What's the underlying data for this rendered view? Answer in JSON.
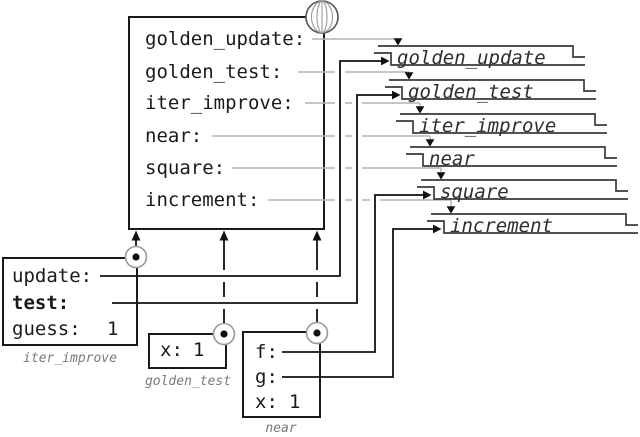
{
  "global_frame": {
    "icon": "globe-icon",
    "bindings": [
      {
        "name": "golden_update:"
      },
      {
        "name": "golden_test:"
      },
      {
        "name": "iter_improve:"
      },
      {
        "name": "near:"
      },
      {
        "name": "square:"
      },
      {
        "name": "increment:"
      }
    ]
  },
  "function_objects": [
    {
      "name": "golden_update"
    },
    {
      "name": "golden_test"
    },
    {
      "name": "iter_improve"
    },
    {
      "name": "near"
    },
    {
      "name": "square"
    },
    {
      "name": "increment"
    }
  ],
  "frames": [
    {
      "label": "iter_improve",
      "bindings": [
        {
          "name": "update:",
          "value": ""
        },
        {
          "name": "test:",
          "value": "",
          "bold": true
        },
        {
          "name": "guess:",
          "value": "1"
        }
      ]
    },
    {
      "label": "golden_test",
      "bindings": [
        {
          "name": "x:",
          "value": "1"
        }
      ]
    },
    {
      "label": "near",
      "bindings": [
        {
          "name": "f:",
          "value": ""
        },
        {
          "name": "g:",
          "value": ""
        },
        {
          "name": "x:",
          "value": "1"
        }
      ]
    }
  ],
  "colors": {
    "background": "#ffffff",
    "text": "#1a1a1a",
    "pointer_grey": "#b3b3b3",
    "pointer_black": "#111111",
    "glyph_stroke": "#3a3a3a",
    "label_grey": "#7a7a7a"
  }
}
